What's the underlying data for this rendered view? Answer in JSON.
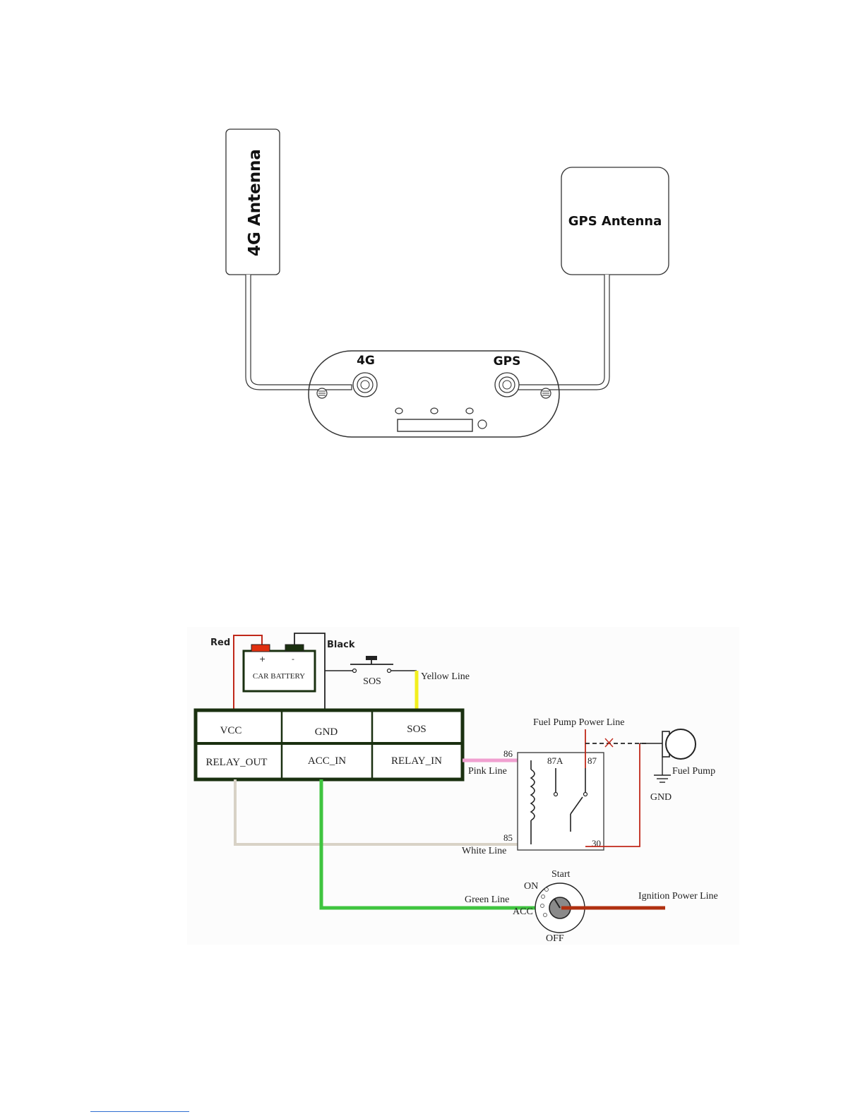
{
  "antenna_diagram": {
    "antenna_4g_label": "4G Antenna",
    "antenna_gps_label": "GPS Antenna",
    "port_4g_label": "4G",
    "port_gps_label": "GPS"
  },
  "wiring_diagram": {
    "battery": {
      "label": "CAR BATTERY",
      "plus": "+",
      "minus": "-"
    },
    "wire_labels": {
      "red": "Red",
      "black": "Black",
      "yellow": "Yellow Line",
      "pink": "Pink Line",
      "white": "White Line",
      "green": "Green Line",
      "fuel_pump_power": "Fuel Pump Power Line",
      "ignition_power": "Ignition Power Line"
    },
    "sos_switch_label": "SOS",
    "terminals": {
      "vcc": "VCC",
      "gnd": "GND",
      "sos": "SOS",
      "relay_out": "RELAY_OUT",
      "acc_in": "ACC_IN",
      "relay_in": "RELAY_IN"
    },
    "relay_pins": {
      "p86": "86",
      "p85": "85",
      "p87a": "87A",
      "p87": "87",
      "p30": "30"
    },
    "fuel_pump_label": "Fuel Pump",
    "ground_label": "GND",
    "ignition_positions": {
      "start": "Start",
      "on": "ON",
      "acc": "ACC",
      "off": "OFF"
    },
    "colors": {
      "red": "#c0281a",
      "yellow": "#f2ef1e",
      "pink": "#f0a0d0",
      "white": "#d8d2c6",
      "green": "#3fc43f",
      "ignition": "#b03010",
      "battery_terminal_red": "#e03010",
      "battery_terminal_black": "#1a3010"
    }
  }
}
